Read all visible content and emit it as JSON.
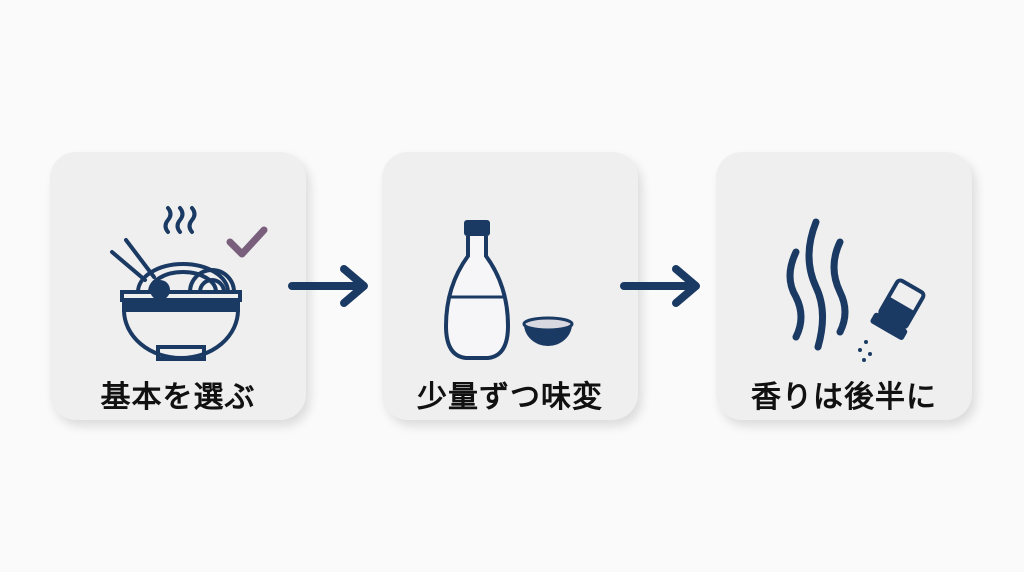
{
  "steps": [
    {
      "label": "基本を選ぶ",
      "icon": "ramen-bowl-icon"
    },
    {
      "label": "少量ずつ味変",
      "icon": "bottle-and-bowl-icon"
    },
    {
      "label": "香りは後半に",
      "icon": "aroma-shaker-icon"
    }
  ],
  "colors": {
    "navy": "#1b3a63",
    "check": "#7a5f7d",
    "card": "#efefef"
  }
}
